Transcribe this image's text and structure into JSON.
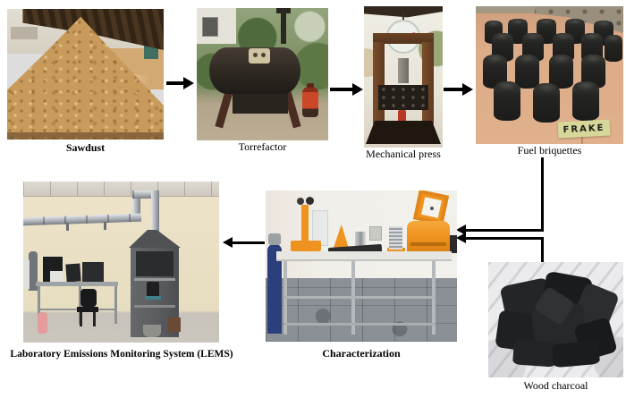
{
  "figure": {
    "type": "process-flow-photo-diagram",
    "description": "Briquette production and testing process flow composed of seven photographs linked by black arrows"
  },
  "labels": {
    "sawdust": "Sawdust",
    "torrefactor": "Torrefactor",
    "mechanical_press": "Mechanical press",
    "fuel_briquettes": "Fuel briquettes",
    "lems": "Laboratory Emissions Monitoring System (LEMS)",
    "characterization": "Characterization",
    "wood_charcoal": "Wood charcoal",
    "briquette_tag": "FRAKE"
  },
  "flow": [
    {
      "from": "Sawdust",
      "to": "Torrefactor"
    },
    {
      "from": "Torrefactor",
      "to": "Mechanical press"
    },
    {
      "from": "Mechanical press",
      "to": "Fuel briquettes"
    },
    {
      "from": "Fuel briquettes",
      "to": "Characterization"
    },
    {
      "from": "Wood charcoal",
      "to": "Characterization"
    },
    {
      "from": "Characterization",
      "to": "Laboratory Emissions Monitoring System (LEMS)"
    }
  ],
  "palette": {
    "background": "#ffffff",
    "arrow": "#000000",
    "label_text": "#000000",
    "sawdust_tan": "#c89a5b",
    "briquette_black": "#232323",
    "equipment_orange": "#ef9320",
    "lpg_cylinder_red": "#cc4728",
    "gas_cylinder_blue": "#2c3f7d",
    "tag_paper_yellow": "#d8d79a",
    "hood_gray": "#5d5f62",
    "wall_beige": "#e9dfc4"
  }
}
